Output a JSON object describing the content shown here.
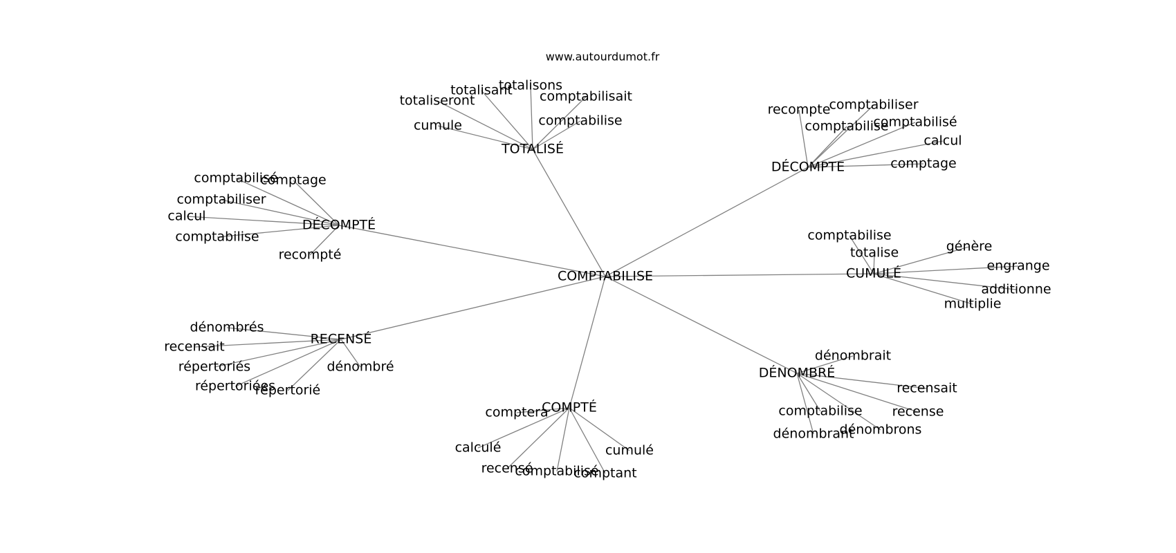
{
  "site": "www.autourdumot.fr",
  "center": "COMPTABILISE",
  "clusters": [
    {
      "hub": "TOTALISÉ",
      "words": [
        "totaliseront",
        "totalisant",
        "totalisons",
        "comptabilisait",
        "cumule",
        "comptabilise"
      ]
    },
    {
      "hub": "DÉCOMPTE",
      "words": [
        "recompte",
        "comptabiliser",
        "comptabilise",
        "comptabilisé",
        "calcul",
        "comptage"
      ]
    },
    {
      "hub": "DÉCOMPTÉ",
      "words": [
        "comptabilisé",
        "comptage",
        "comptabiliser",
        "calcul",
        "comptabilise",
        "recompté"
      ]
    },
    {
      "hub": "CUMULÉ",
      "words": [
        "comptabilise",
        "totalise",
        "génère",
        "engrange",
        "additionne",
        "multiplie"
      ]
    },
    {
      "hub": "RECENSÉ",
      "words": [
        "dénombrés",
        "recensait",
        "répertoriés",
        "répertoriées",
        "répertorié",
        "dénombré"
      ]
    },
    {
      "hub": "DÉNOMBRÉ",
      "words": [
        "dénombrait",
        "recensait",
        "comptabilise",
        "recense",
        "dénombrons",
        "dénombrant"
      ]
    },
    {
      "hub": "COMPTÉ",
      "words": [
        "comptera",
        "calculé",
        "recensé",
        "comptabilisé",
        "comptant",
        "cumulé"
      ]
    }
  ]
}
